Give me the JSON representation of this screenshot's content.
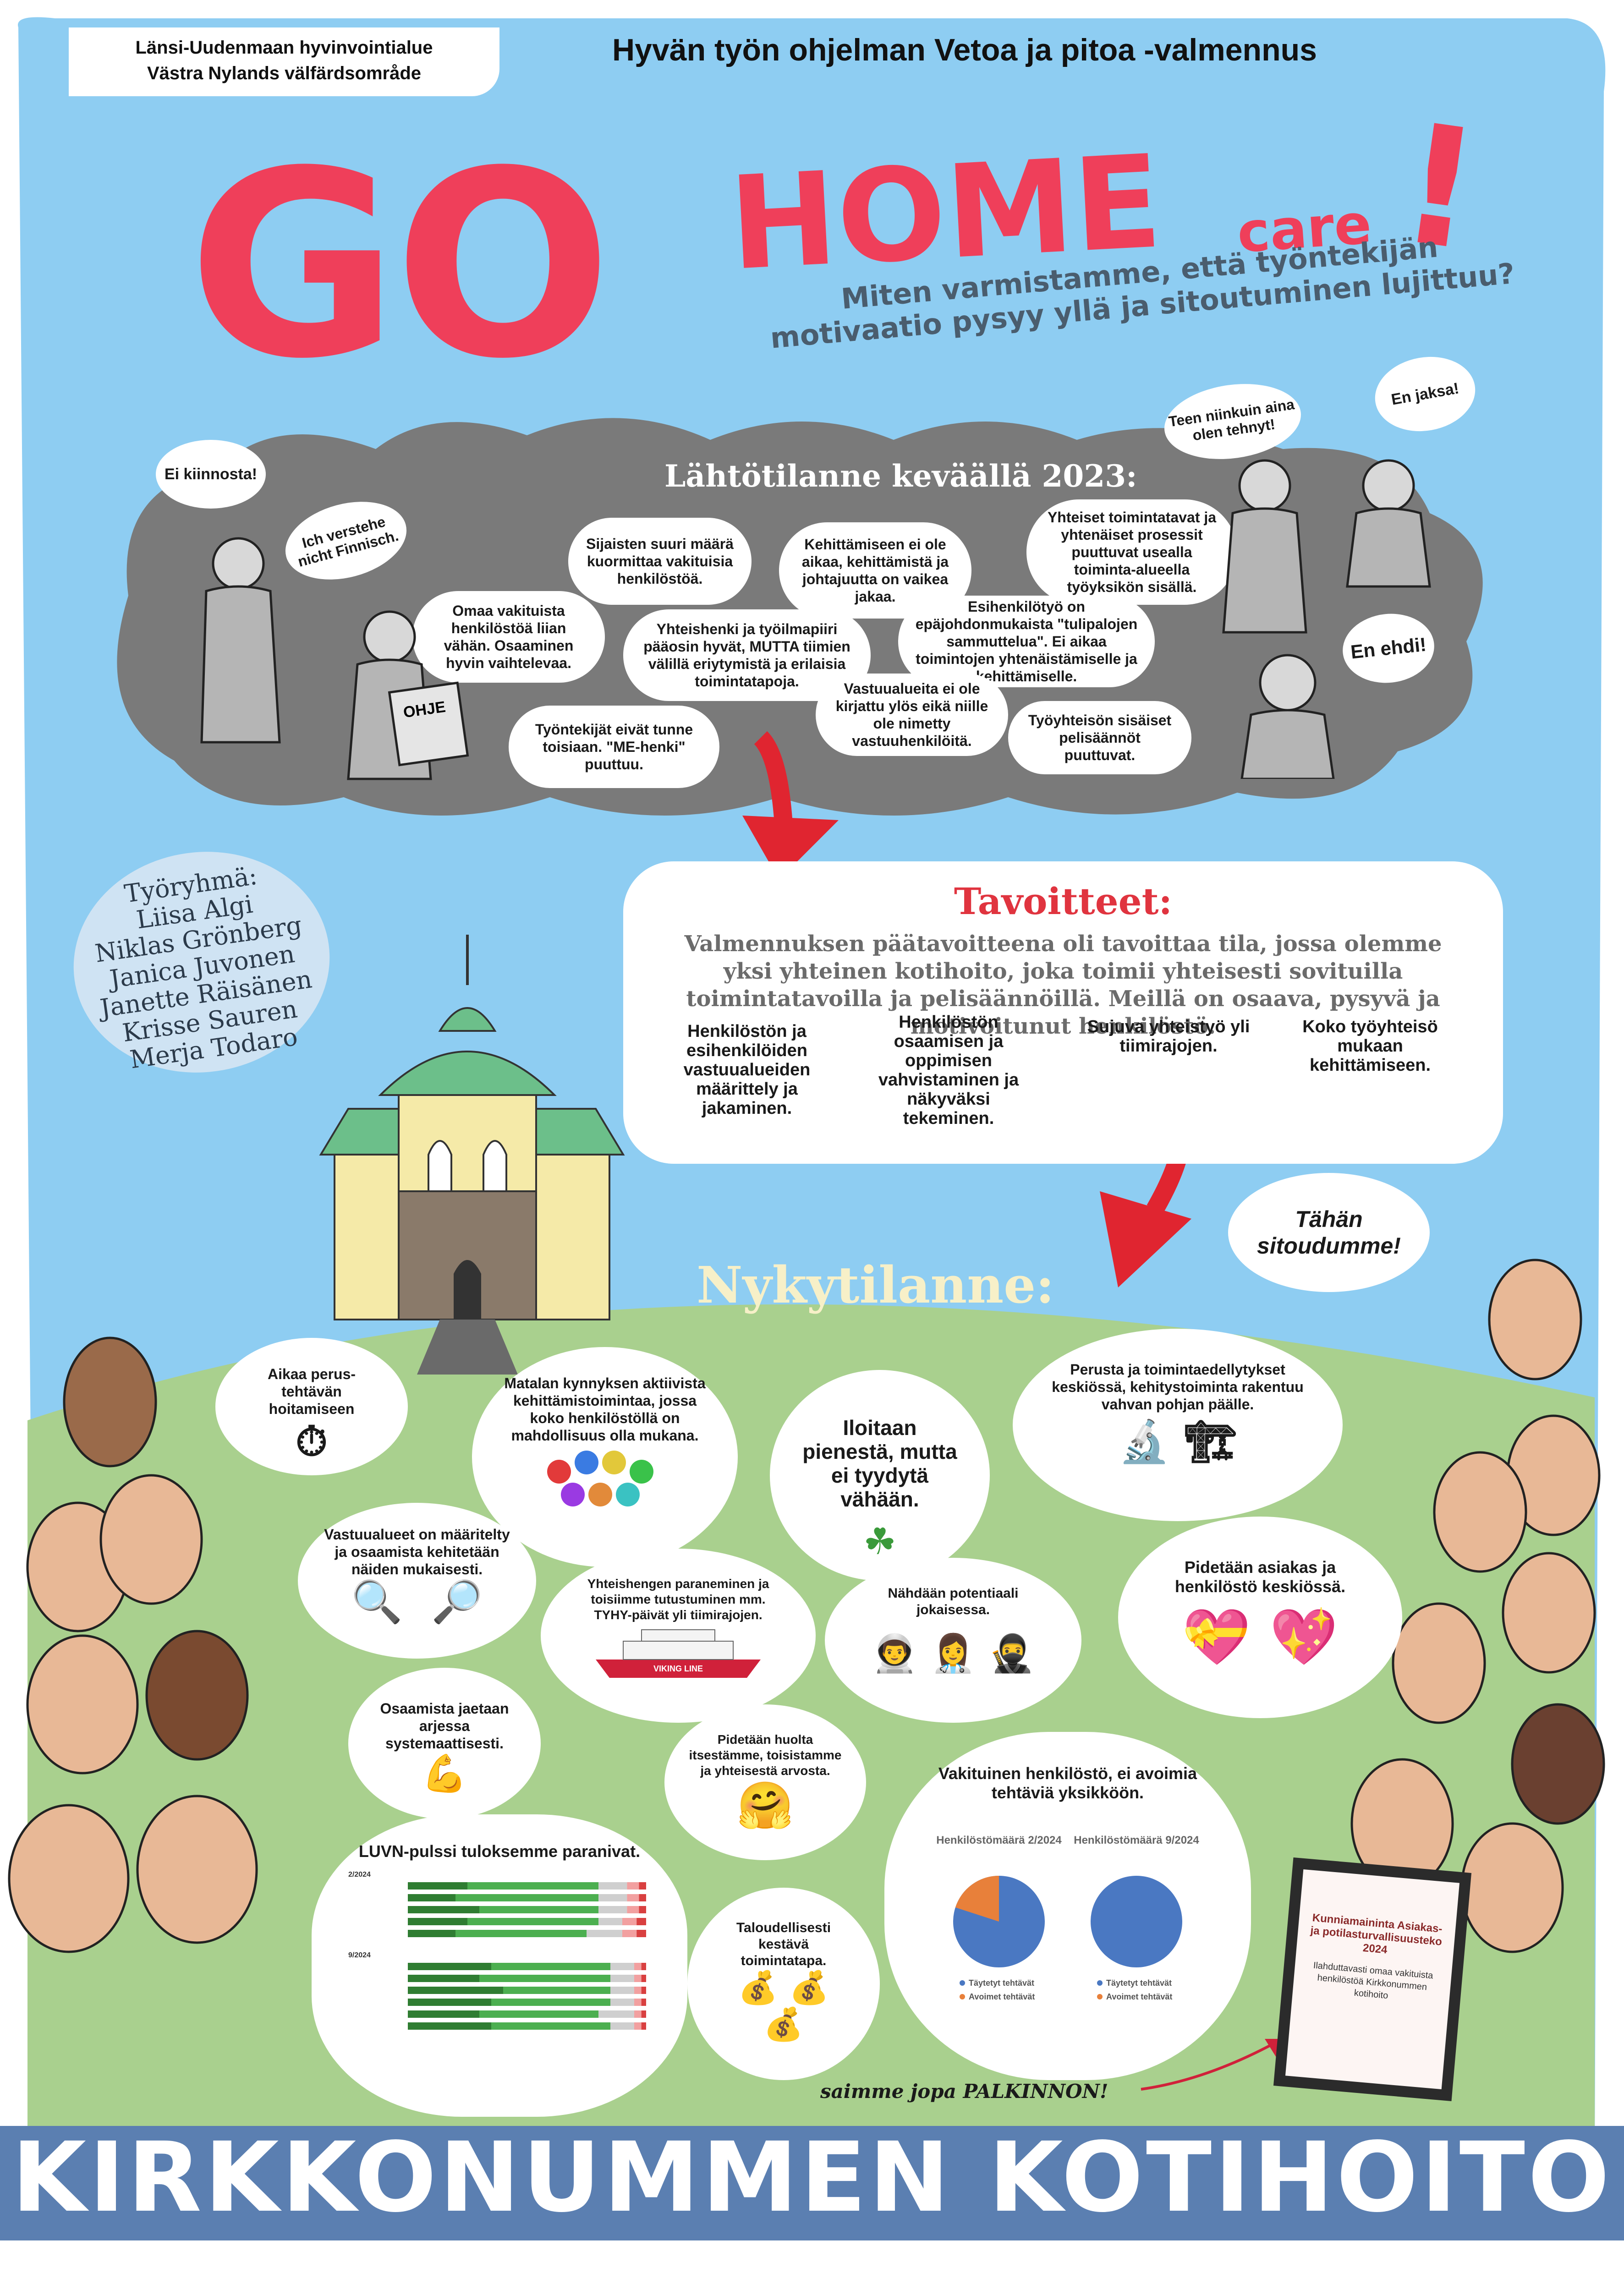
{
  "header": {
    "org_fi": "Länsi-Uudenmaan hyvinvointialue",
    "org_sv": "Västra Nylands välfärdsområde",
    "program": "Hyvän työn ohjelman Vetoa ja pitoa -valmennus"
  },
  "title": {
    "go": "GO",
    "home": "HOME",
    "care": "care",
    "exclaim": "!",
    "question": "Miten varmistamme, että työntekijän motivaatio pysyy yllä ja sitoutuminen lujittuu?"
  },
  "start": {
    "title": "Lähtötilanne keväällä 2023:",
    "clouds": [
      "Sijaisten suuri määrä kuormittaa vakituisia henkilöstöä.",
      "Kehittämiseen ei ole aikaa, kehittämistä ja johtajuutta on vaikea jakaa.",
      "Yhteiset toimintatavat ja yhtenäiset prosessit puuttuvat usealla toiminta-alueella työyksikön sisällä.",
      "Omaa vakituista henkilöstöä liian vähän. Osaaminen hyvin vaihtelevaa.",
      "Yhteishenki ja työilmapiiri pääosin hyvät, MUTTA tiimien välillä eriytymistä ja erilaisia toimintatapoja.",
      "Esihenkilötyö on epäjohdonmukaista \"tulipalojen sammuttelua\". Ei aikaa toimintojen yhtenäistämiselle ja kehittämiselle.",
      "Vastuualueita ei ole kirjattu ylös eikä niille ole nimetty vastuuhenkilöitä.",
      "Työntekijät eivät tunne toisiaan. \"ME-henki\" puuttuu.",
      "Työyhteisön sisäiset pelisäännöt puuttuvat."
    ],
    "speech": {
      "ei_kiinnosta": "Ei kiinnosta!",
      "ich": "Ich verstehe nicht Finnisch.",
      "teen": "Teen niinkuin aina olen tehnyt!",
      "en_jaksa": "En jaksa!",
      "en_ehdi": "En ehdi!",
      "ohje": "OHJE"
    }
  },
  "team": {
    "label": "Työryhmä:",
    "members": [
      "Liisa Algi",
      "Niklas Grönberg",
      "Janica Juvonen",
      "Janette Räisänen",
      "Krisse Sauren",
      "Merja Todaro"
    ]
  },
  "goals": {
    "title": "Tavoitteet:",
    "text": "Valmennuksen päätavoitteena oli tavoittaa tila, jossa olemme yksi yhteinen kotihoito, joka toimii yhteisesti sovituilla toimintatavoilla ja pelisäännöillä. Meillä on osaava, pysyvä ja motivoitunut henkilöstö.",
    "items": [
      "Henkilöstön ja esihenkilöiden vastuualueiden määrittely ja jakaminen.",
      "Henkilöstön osaamisen ja oppimisen vahvistaminen ja näkyväksi tekeminen.",
      "Sujuva yhteistyö yli tiimirajojen.",
      "Koko työyhteisö mukaan kehittämiseen."
    ]
  },
  "commit": "Tähän sitoudumme!",
  "current": {
    "title": "Nykytilanne:",
    "cards": {
      "aikaa": "Aikaa perus-tehtävän hoitamiseen",
      "matalan": "Matalan kynnyksen aktiivista kehittämistoimintaa, jossa koko henkilöstöllä on mahdollisuus olla mukana.",
      "iloitaan": "Iloitaan pienestä, mutta ei tyydytä vähään.",
      "perusta": "Perusta ja toimintaedellytykset keskiössä, kehitystoiminta rakentuu vahvan pohjan päälle.",
      "vastuu": "Vastuualueet on määritelty ja osaamista kehitetään näiden mukaisesti.",
      "yhteishenki": "Yhteishengen paraneminen ja toisiimme tutustuminen mm. TYHY-päivät yli tiimirajojen.",
      "potentiaali": "Nähdään potentiaali jokaisessa.",
      "asiakas": "Pidetään asiakas ja henkilöstö keskiössä.",
      "osaamista": "Osaamista jaetaan arjessa systemaattisesti.",
      "huolta": "Pidetään huolta itsestämme, toisistamme ja yhteisestä arvosta.",
      "vakituinen": "Vakituinen henkilöstö, ei avoimia tehtäviä yksikköön.",
      "luvn": "LUVN-pulssi tuloksemme paranivat.",
      "talous": "Taloudellisesti kestävä toimintatapa."
    },
    "ship_name": "VIKING LINE",
    "pies": [
      {
        "label": "Henkilöstömäärä 2/2024",
        "filled": 0.8,
        "open": 0.2
      },
      {
        "label": "Henkilöstömäärä 9/2024",
        "filled": 1.0,
        "open": 0.0
      }
    ],
    "pie_legend": {
      "filled": "Täytetyt tehtävät",
      "open": "Avoimet tehtävät"
    },
    "bar_periods": [
      "2/2024",
      "9/2024"
    ],
    "prize": "saimme jopa PALKINNON!"
  },
  "award": {
    "title": "Kunniamaininta Asiakas- ja potilasturvallisuusteko 2024",
    "body": "Ilahduttavasti omaa vakituista henkilöstöä Kirkkonummen kotihoito"
  },
  "footer": "KIRKKONUMMEN KOTIHOITO",
  "colors": {
    "sky": "#8ecdf2",
    "red": "#ef3f5a",
    "cloud": "#7a7a7a",
    "hill": "#a9d08e",
    "pie_blue": "#4a78c2",
    "pie_orange": "#e8803a",
    "footer": "#5b7fb1"
  }
}
